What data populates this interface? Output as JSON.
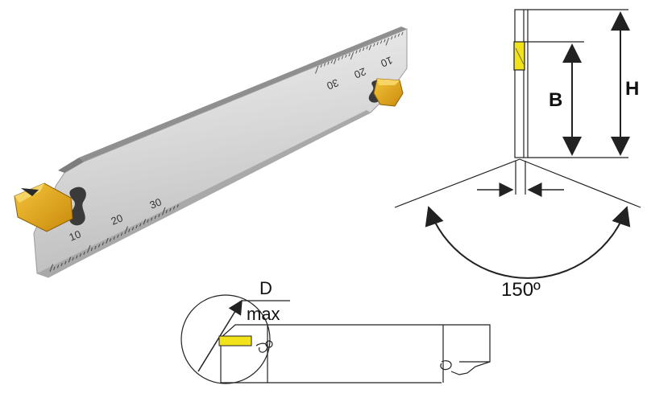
{
  "ruler_left": {
    "labels": [
      "10",
      "20",
      "30"
    ]
  },
  "ruler_right": {
    "labels": [
      "10",
      "20",
      "30"
    ]
  },
  "side_view": {
    "label_b": "B",
    "label_h": "H",
    "angle_label": "150º"
  },
  "top_view": {
    "label_d": "D",
    "label_max": "max"
  },
  "colors": {
    "insert_gold": "#e4aa1c",
    "insert_yellow": "#f2e21a",
    "blade_light": "#e6e6e6",
    "blade_dark": "#9b9b9b",
    "line": "#222222"
  }
}
